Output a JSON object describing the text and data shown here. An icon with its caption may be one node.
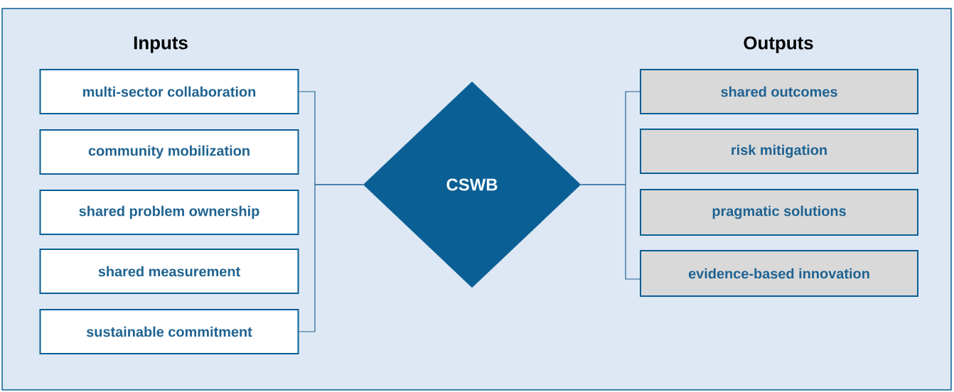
{
  "diagram": {
    "nodes": [
      {
        "text": [
          "multi-sector collaboration"
        ]
      },
      {
        "text": [
          "community mobilization"
        ]
      },
      {
        "text": [
          "shared problem ownership"
        ]
      },
      {
        "text": [
          "shared measurement"
        ]
      },
      {
        "text": [
          "sustainable commitment"
        ]
      },
      {
        "text": [
          "CSWB"
        ]
      },
      {
        "text": [
          "shared outcomes"
        ]
      },
      {
        "text": [
          "risk mitigation"
        ]
      },
      {
        "text": [
          "pragmatic solutions"
        ]
      },
      {
        "text": [
          "evidence-based innovation"
        ]
      }
    ],
    "edges": [
      {
        "from": 0,
        "to": 5,
        "arrow": "none"
      },
      {
        "from": 4,
        "to": 5,
        "arrow": "none"
      },
      {
        "from": 5,
        "to": 6,
        "arrow": "none"
      },
      {
        "from": 5,
        "to": 9,
        "arrow": "none"
      }
    ],
    "labels": [
      "Inputs",
      "Outputs"
    ]
  }
}
